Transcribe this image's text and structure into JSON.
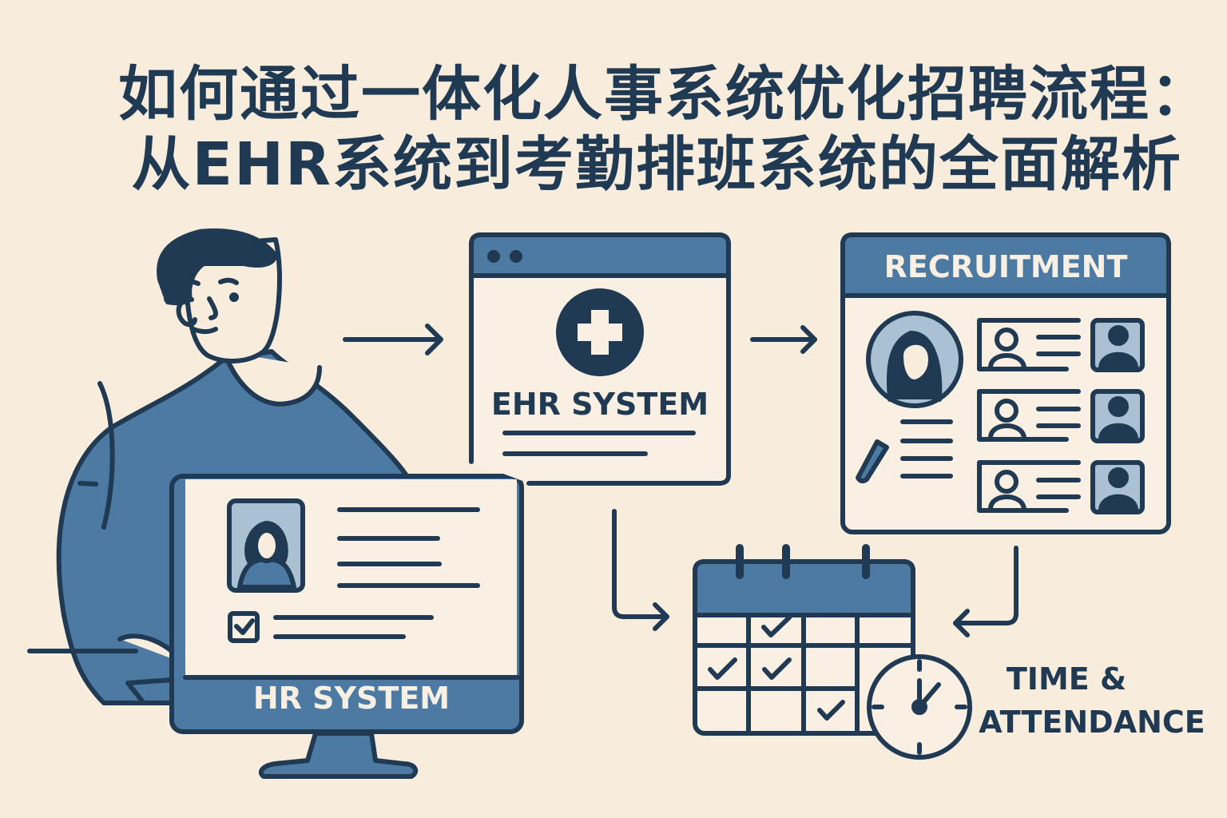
{
  "title": {
    "line1": "如何通过一体化人事系统优化招聘流程：",
    "line2": "从EHR系统到考勤排班系统的全面解析"
  },
  "colors": {
    "background": "#f8ecdd",
    "navy": "#1f3a52",
    "steel_blue": "#4d7aa3",
    "light_blue": "#aac1d4",
    "panel": "#f9efe2"
  },
  "diagram": {
    "hr_system": {
      "label": "HR SYSTEM"
    },
    "ehr_system": {
      "label": "EHR SYSTEM"
    },
    "recruitment": {
      "label": "RECRUITMENT",
      "candidate_rows": 3
    },
    "time_attendance": {
      "label_line1": "TIME &",
      "label_line2": "ATTENDANCE"
    },
    "flow": [
      {
        "from": "person",
        "to": "ehr_system"
      },
      {
        "from": "ehr_system",
        "to": "recruitment"
      },
      {
        "from": "ehr_system",
        "to": "time_attendance"
      },
      {
        "from": "recruitment",
        "to": "time_attendance"
      }
    ]
  }
}
